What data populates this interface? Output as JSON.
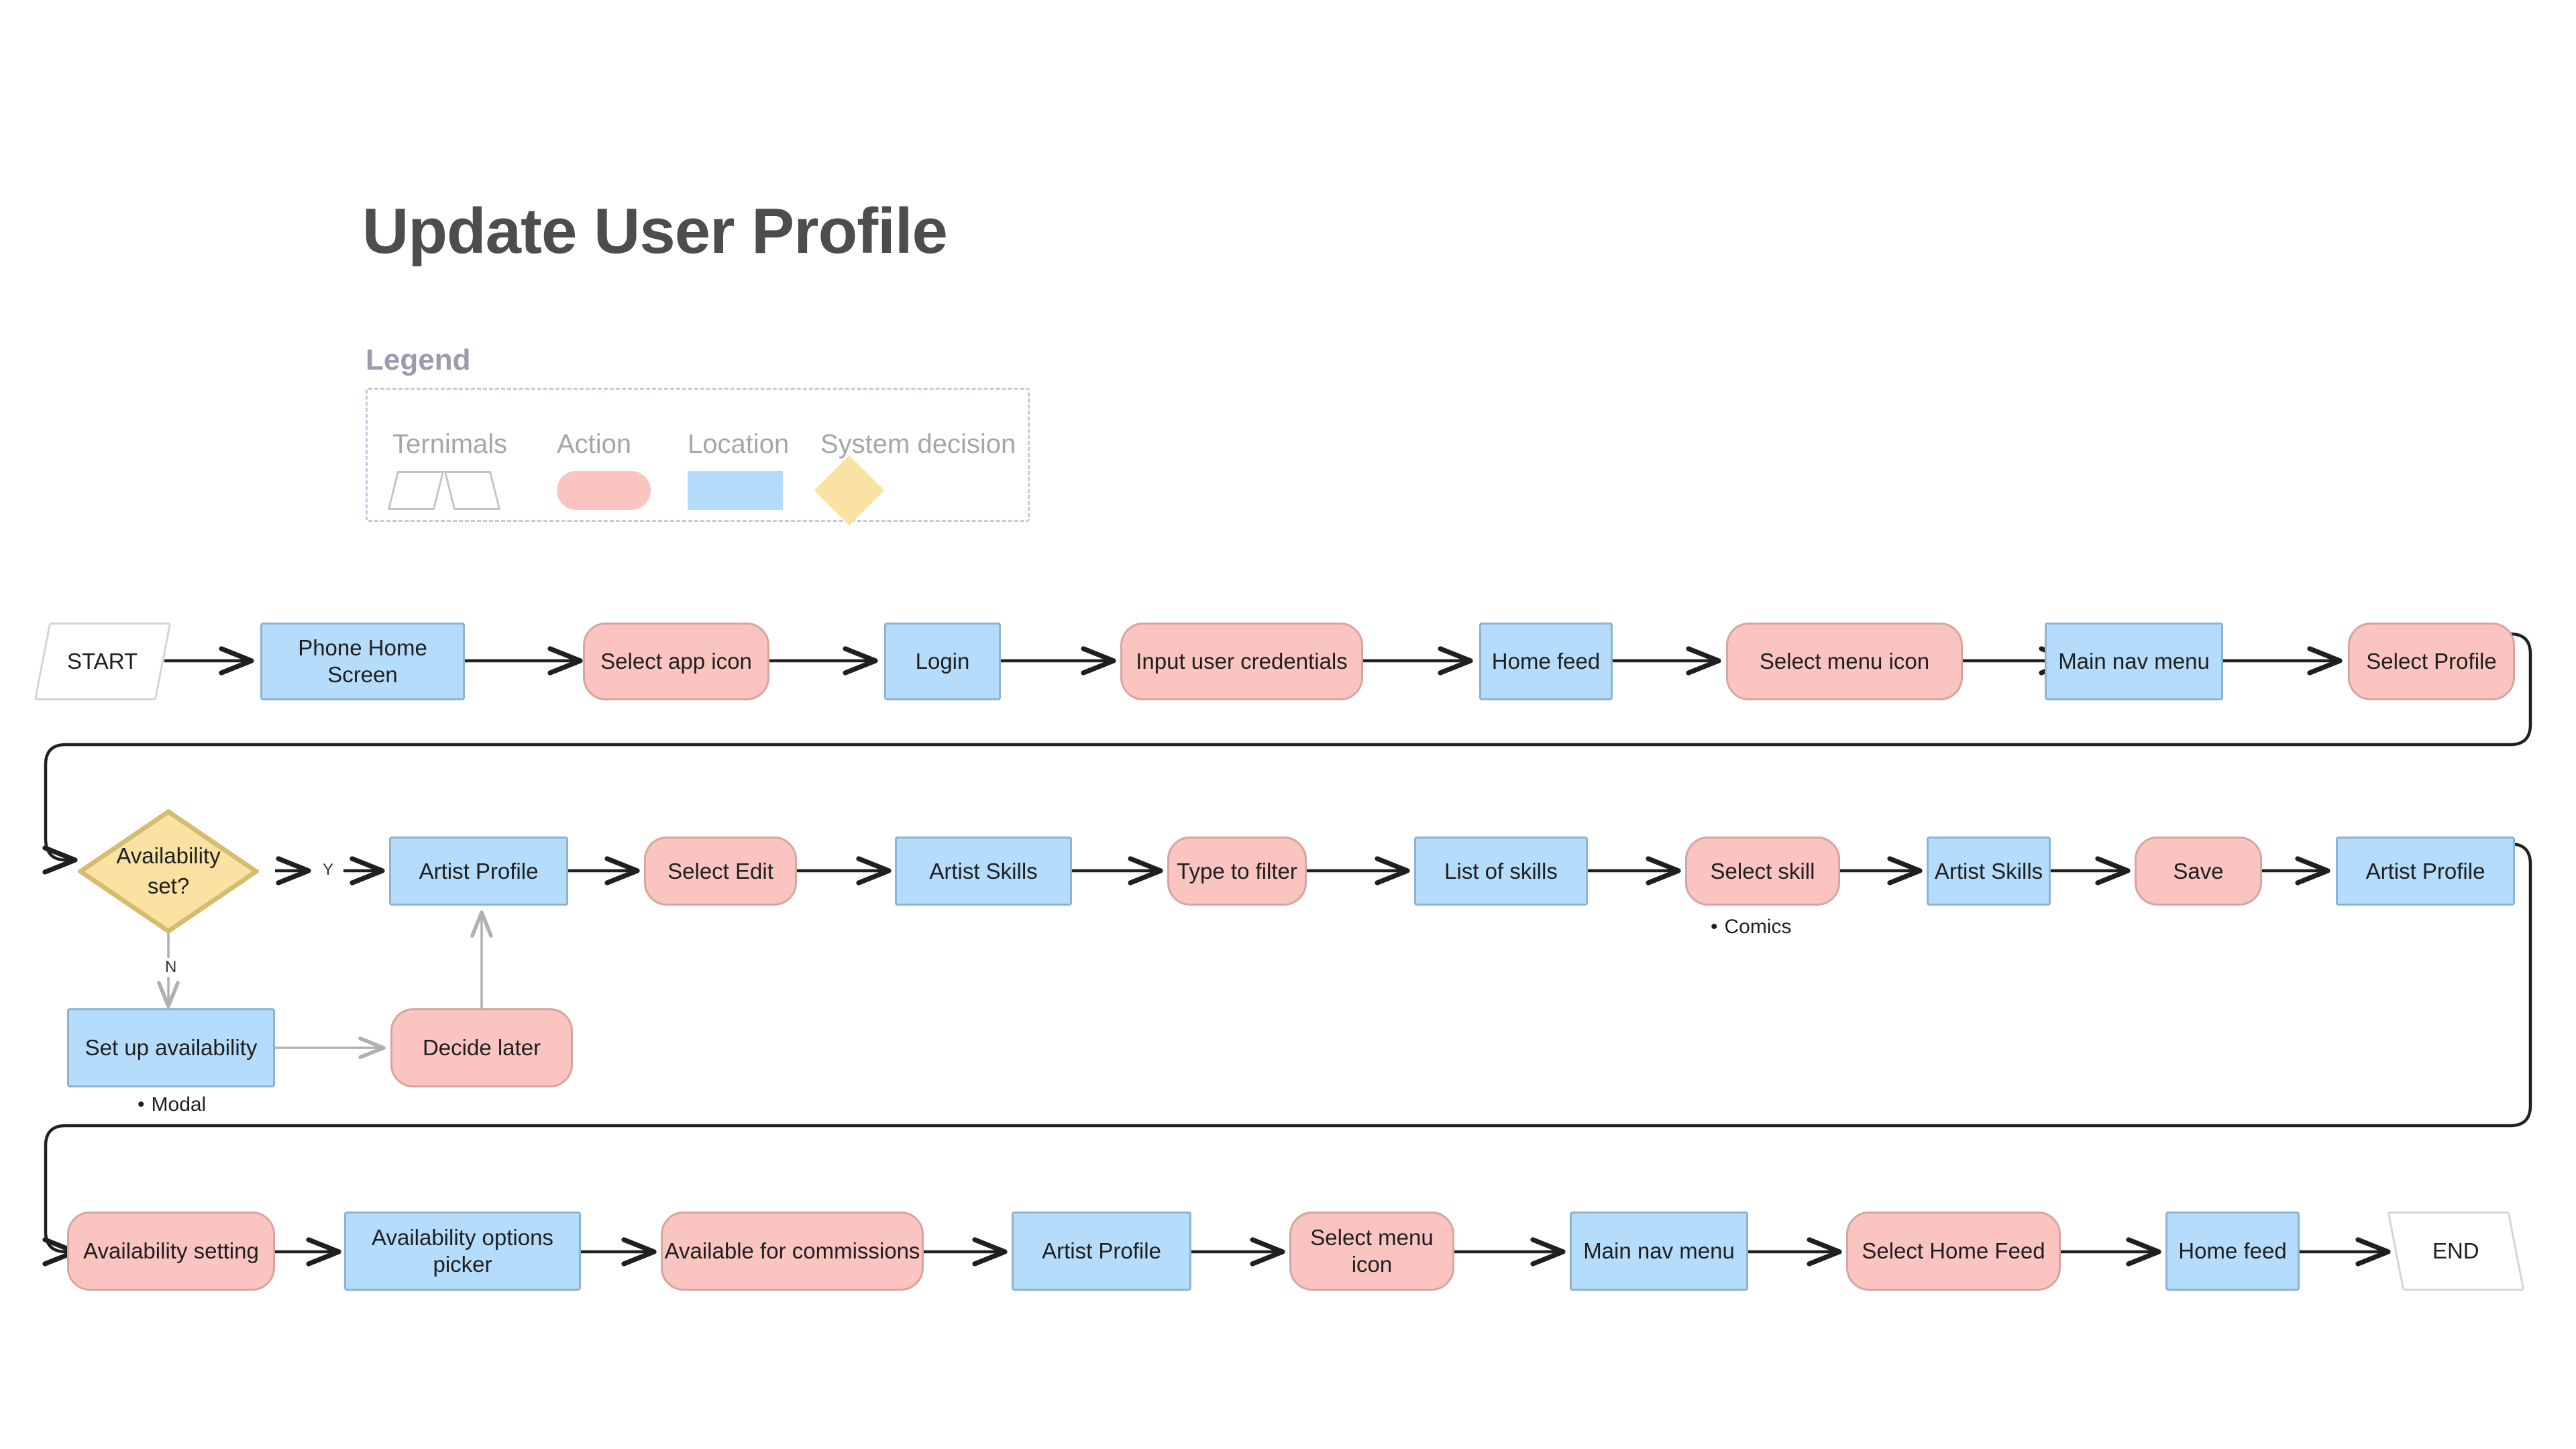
{
  "page": {
    "title": "Update User Profile"
  },
  "legend": {
    "title": "Legend",
    "items": [
      {
        "label": "Ternimals",
        "shape": "parallelogram-pair",
        "color": "#ffffff"
      },
      {
        "label": "Action",
        "shape": "rounded-rect",
        "color": "#fac5c0"
      },
      {
        "label": "Location",
        "shape": "rect",
        "color": "#b5dcfa"
      },
      {
        "label": "System decision",
        "shape": "diamond",
        "color": "#fae3a2"
      }
    ]
  },
  "colors": {
    "action": "#fac5c0",
    "action_border": "#d8a49f",
    "location": "#b5dcfa",
    "location_border": "#8cb4d2",
    "decision": "#fae3a2",
    "decision_border": "#d6bc6e",
    "terminal": "#ffffff",
    "terminal_border": "#d4d4d4",
    "connector": "#1f1f1f",
    "connector_secondary": "#b0b0b0",
    "title_text": "#4d4d4d",
    "legend_text": "#a6a6a6",
    "legend_title_text": "#9a9ab0",
    "legend_border": "#c9c6e4"
  },
  "chart_data": {
    "type": "diagram",
    "title": "Update User Profile",
    "rows": [
      {
        "row": 1,
        "nodes": [
          {
            "id": "start",
            "label": "START",
            "type": "terminal"
          },
          {
            "id": "phone-home",
            "label": "Phone Home Screen",
            "type": "location"
          },
          {
            "id": "select-app",
            "label": "Select app icon",
            "type": "action"
          },
          {
            "id": "login",
            "label": "Login",
            "type": "location"
          },
          {
            "id": "input-creds",
            "label": "Input user credentials",
            "type": "action"
          },
          {
            "id": "home-feed-1",
            "label": "Home feed",
            "type": "location"
          },
          {
            "id": "select-menu-1",
            "label": "Select menu icon",
            "type": "action"
          },
          {
            "id": "main-nav-1",
            "label": "Main nav menu",
            "type": "location"
          },
          {
            "id": "select-profile",
            "label": "Select Profile",
            "type": "action"
          }
        ]
      },
      {
        "row": 2,
        "nodes": [
          {
            "id": "availability-set",
            "label": "Availability set?",
            "type": "decision"
          },
          {
            "id": "artist-profile-1",
            "label": "Artist Profile",
            "type": "location"
          },
          {
            "id": "select-edit",
            "label": "Select Edit",
            "type": "action"
          },
          {
            "id": "artist-skills-1",
            "label": "Artist Skills",
            "type": "location"
          },
          {
            "id": "type-filter",
            "label": "Type to filter",
            "type": "action"
          },
          {
            "id": "list-of-skills",
            "label": "List of skills",
            "type": "location"
          },
          {
            "id": "select-skill",
            "label": "Select skill",
            "type": "action",
            "note": "Comics"
          },
          {
            "id": "artist-skills-2",
            "label": "Artist Skills",
            "type": "location"
          },
          {
            "id": "save",
            "label": "Save",
            "type": "action"
          },
          {
            "id": "artist-profile-2",
            "label": "Artist Profile",
            "type": "location"
          }
        ],
        "branch_nodes": [
          {
            "id": "set-up-availability",
            "label": "Set up availability",
            "type": "location",
            "note": "Modal"
          },
          {
            "id": "decide-later",
            "label": "Decide later",
            "type": "action"
          }
        ]
      },
      {
        "row": 3,
        "nodes": [
          {
            "id": "availability-setting",
            "label": "Availability setting",
            "type": "action"
          },
          {
            "id": "options-picker",
            "label": "Availability options picker",
            "type": "location"
          },
          {
            "id": "available-commissions",
            "label": "Available for commissions",
            "type": "action"
          },
          {
            "id": "artist-profile-3",
            "label": "Artist Profile",
            "type": "location"
          },
          {
            "id": "select-menu-2",
            "label": "Select menu icon",
            "type": "action"
          },
          {
            "id": "main-nav-2",
            "label": "Main nav menu",
            "type": "location"
          },
          {
            "id": "select-home-feed",
            "label": "Select Home Feed",
            "type": "action"
          },
          {
            "id": "home-feed-2",
            "label": "Home feed",
            "type": "location"
          },
          {
            "id": "end",
            "label": "END",
            "type": "terminal"
          }
        ]
      }
    ],
    "edge_labels": [
      {
        "from": "availability-set",
        "to": "artist-profile-1",
        "label": "Y"
      },
      {
        "from": "availability-set",
        "to": "set-up-availability",
        "label": "N"
      }
    ],
    "notes": [
      {
        "node": "select-skill",
        "label": "Comics"
      },
      {
        "node": "set-up-availability",
        "label": "Modal"
      }
    ]
  },
  "flow": {
    "row1": [
      {
        "id": "start",
        "label": "START",
        "type": "terminal"
      },
      {
        "id": "phone-home",
        "label": "Phone Home Screen",
        "type": "location"
      },
      {
        "id": "select-app",
        "label": "Select app icon",
        "type": "action"
      },
      {
        "id": "login",
        "label": "Login",
        "type": "location"
      },
      {
        "id": "input-creds",
        "label": "Input user credentials",
        "type": "action"
      },
      {
        "id": "home-feed-1",
        "label": "Home feed",
        "type": "location"
      },
      {
        "id": "select-menu-1",
        "label": "Select menu icon",
        "type": "action"
      },
      {
        "id": "main-nav-1",
        "label": "Main nav menu",
        "type": "location"
      },
      {
        "id": "select-profile",
        "label": "Select Profile",
        "type": "action"
      }
    ],
    "row2": [
      {
        "id": "availability-set",
        "label": "Availability set?",
        "type": "decision"
      },
      {
        "id": "artist-profile-1",
        "label": "Artist Profile",
        "type": "location"
      },
      {
        "id": "select-edit",
        "label": "Select Edit",
        "type": "action"
      },
      {
        "id": "artist-skills-1",
        "label": "Artist Skills",
        "type": "location"
      },
      {
        "id": "type-filter",
        "label": "Type to filter",
        "type": "action"
      },
      {
        "id": "list-of-skills",
        "label": "List of skills",
        "type": "location"
      },
      {
        "id": "select-skill",
        "label": "Select skill",
        "type": "action"
      },
      {
        "id": "artist-skills-2",
        "label": "Artist Skills",
        "type": "location"
      },
      {
        "id": "save",
        "label": "Save",
        "type": "action"
      },
      {
        "id": "artist-profile-2",
        "label": "Artist Profile",
        "type": "location"
      }
    ],
    "row2_branch": [
      {
        "id": "set-up-availability",
        "label": "Set up availability",
        "type": "location"
      },
      {
        "id": "decide-later",
        "label": "Decide later",
        "type": "action"
      }
    ],
    "row3": [
      {
        "id": "availability-setting",
        "label": "Availability setting",
        "type": "action"
      },
      {
        "id": "options-picker",
        "label": "Availability options picker",
        "type": "location"
      },
      {
        "id": "available-commissions",
        "label": "Available for commissions",
        "type": "action"
      },
      {
        "id": "artist-profile-3",
        "label": "Artist Profile",
        "type": "location"
      },
      {
        "id": "select-menu-2",
        "label": "Select menu icon",
        "type": "action"
      },
      {
        "id": "main-nav-2",
        "label": "Main nav menu",
        "type": "location"
      },
      {
        "id": "select-home-feed",
        "label": "Select Home Feed",
        "type": "action"
      },
      {
        "id": "home-feed-2",
        "label": "Home feed",
        "type": "location"
      },
      {
        "id": "end",
        "label": "END",
        "type": "terminal"
      }
    ],
    "labels": {
      "yes": "Y",
      "no": "N"
    },
    "notes": {
      "comics": "Comics",
      "modal": "Modal",
      "bullet": "•"
    },
    "decision_line1": "Availability",
    "decision_line2": "set?"
  }
}
